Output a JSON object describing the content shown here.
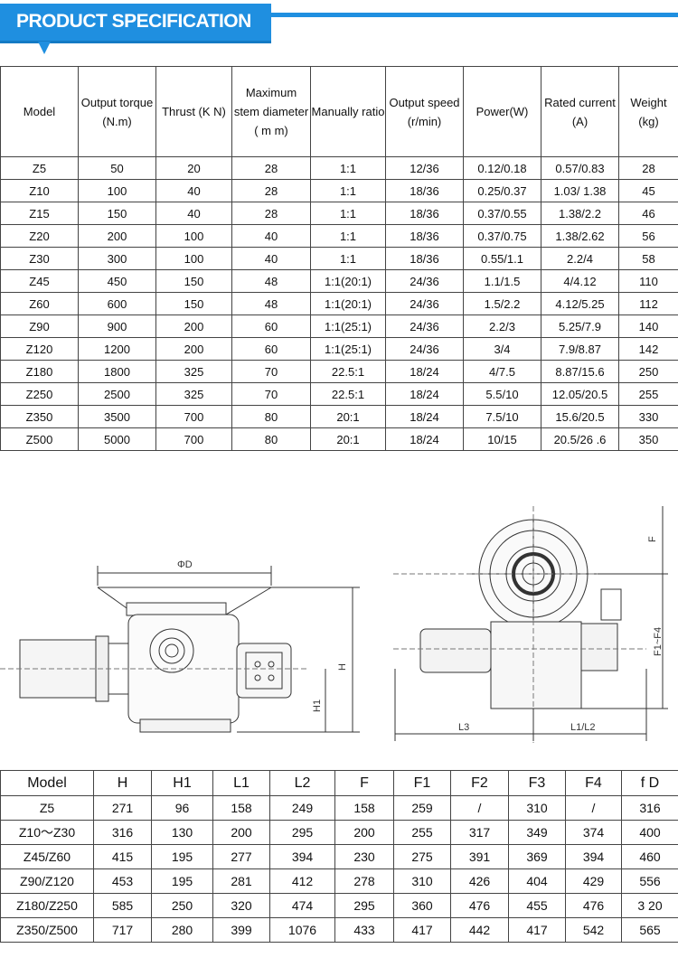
{
  "header": {
    "title": "PRODUCT SPECIFICATION"
  },
  "spec_table": {
    "headers": [
      "Model",
      "Output torque (N.m)",
      "Thrust (K N)",
      "Maximum stem diameter ( m m)",
      "Manually ratio",
      "Output speed (r/min)",
      "Power(W)",
      "Rated current (A)",
      "Weight (kg)"
    ],
    "rows": [
      [
        "Z5",
        "50",
        "20",
        "28",
        "1:1",
        "12/36",
        "0.12/0.18",
        "0.57/0.83",
        "28"
      ],
      [
        "Z10",
        "100",
        "40",
        "28",
        "1:1",
        "18/36",
        "0.25/0.37",
        "1.03/ 1.38",
        "45"
      ],
      [
        "Z15",
        "150",
        "40",
        "28",
        "1:1",
        "18/36",
        "0.37/0.55",
        "1.38/2.2",
        "46"
      ],
      [
        "Z20",
        "200",
        "100",
        "40",
        "1:1",
        "18/36",
        "0.37/0.75",
        "1.38/2.62",
        "56"
      ],
      [
        "Z30",
        "300",
        "100",
        "40",
        "1:1",
        "18/36",
        "0.55/1.1",
        "2.2/4",
        "58"
      ],
      [
        "Z45",
        "450",
        "150",
        "48",
        "1:1(20:1)",
        "24/36",
        "1.1/1.5",
        "4/4.12",
        "110"
      ],
      [
        "Z60",
        "600",
        "150",
        "48",
        "1:1(20:1)",
        "24/36",
        "1.5/2.2",
        "4.12/5.25",
        "112"
      ],
      [
        "Z90",
        "900",
        "200",
        "60",
        "1:1(25:1)",
        "24/36",
        "2.2/3",
        "5.25/7.9",
        "140"
      ],
      [
        "Z120",
        "1200",
        "200",
        "60",
        "1:1(25:1)",
        "24/36",
        "3/4",
        "7.9/8.87",
        "142"
      ],
      [
        "Z180",
        "1800",
        "325",
        "70",
        "22.5:1",
        "18/24",
        "4/7.5",
        "8.87/15.6",
        "250"
      ],
      [
        "Z250",
        "2500",
        "325",
        "70",
        "22.5:1",
        "18/24",
        "5.5/10",
        "12.05/20.5",
        "255"
      ],
      [
        "Z350",
        "3500",
        "700",
        "80",
        "20:1",
        "18/24",
        "7.5/10",
        "15.6/20.5",
        "330"
      ],
      [
        "Z500",
        "5000",
        "700",
        "80",
        "20:1",
        "18/24",
        "10/15",
        "20.5/26 .6",
        "350"
      ]
    ]
  },
  "drawing": {
    "front_labels": {
      "diameter": "ΦD",
      "height": "H",
      "height1": "H1"
    },
    "side_labels": {
      "f": "F",
      "f1_f4": "F1~F4",
      "l3": "L3",
      "l1_l2": "L1/L2"
    }
  },
  "dimension_table": {
    "headers": [
      "Model",
      "H",
      "H1",
      "L1",
      "L2",
      "F",
      "F1",
      "F2",
      "F3",
      "F4",
      "f  D"
    ],
    "rows": [
      [
        "Z5",
        "271",
        "96",
        "158",
        "249",
        "158",
        "259",
        "/",
        "310",
        "/",
        "316"
      ],
      [
        "Z10～Z30",
        "316",
        "130",
        "200",
        "295",
        "200",
        "255",
        "317",
        "349",
        "374",
        "400"
      ],
      [
        "Z45/Z60",
        "415",
        "195",
        "277",
        "394",
        "230",
        "275",
        "391",
        "369",
        "394",
        "460"
      ],
      [
        "Z90/Z120",
        "453",
        "195",
        "281",
        "412",
        "278",
        "310",
        "426",
        "404",
        "429",
        "556"
      ],
      [
        "Z180/Z250",
        "585",
        "250",
        "320",
        "474",
        "295",
        "360",
        "476",
        "455",
        "476",
        "3 20"
      ],
      [
        "Z350/Z500",
        "717",
        "280",
        "399",
        "1076",
        "433",
        "417",
        "442",
        "417",
        "542",
        "565"
      ]
    ]
  }
}
